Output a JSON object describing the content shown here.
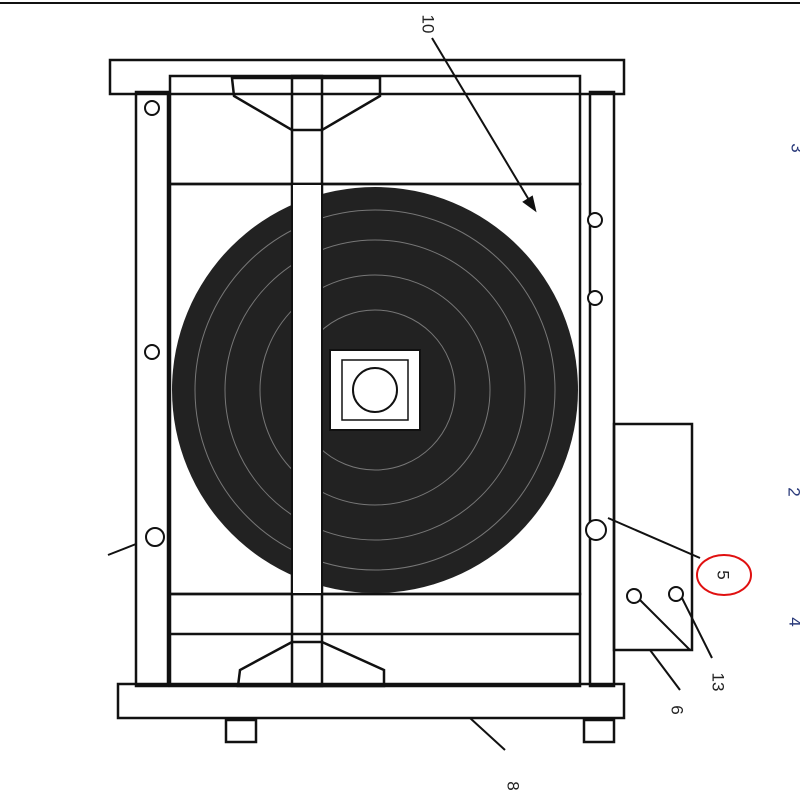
{
  "callouts": {
    "c10": "10",
    "c5": "5",
    "c13": "13",
    "c6": "6",
    "c8": "8",
    "c2": "2",
    "c4": "4",
    "c3": "3"
  },
  "colors": {
    "highlight": "#e01010",
    "line": "#111111"
  }
}
